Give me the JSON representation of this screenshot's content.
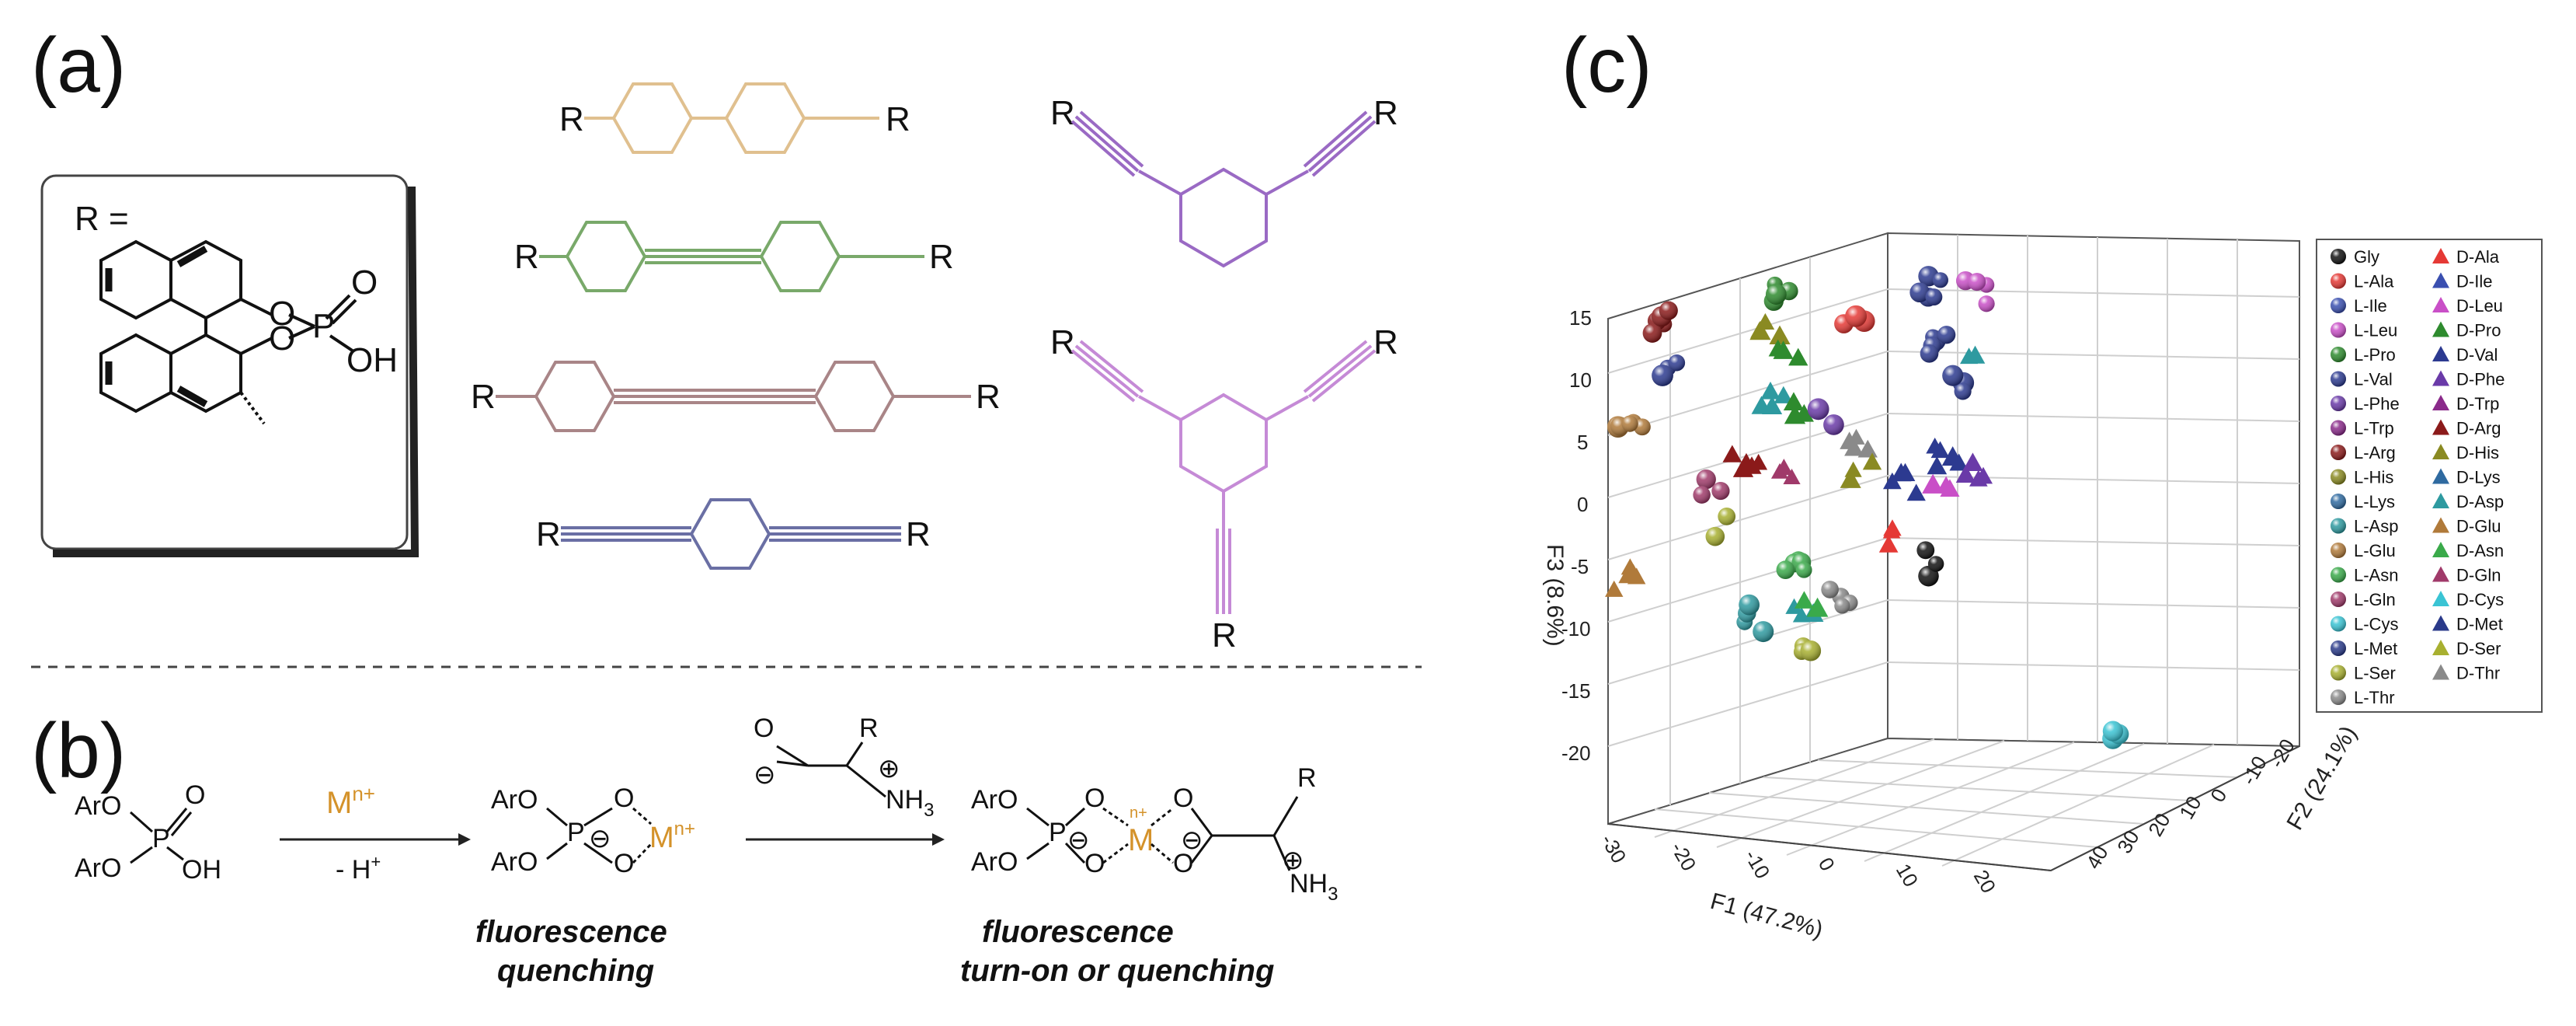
{
  "panels": {
    "a": {
      "label": "(a)",
      "r_def": "R =",
      "binol": {
        "o1": "O",
        "o2": "O",
        "p": "P",
        "o_dbl": "O",
        "oh": "OH"
      },
      "linker_r": "R",
      "colors": {
        "biphenyl": "#e0c08f",
        "diphenylacetylene": "#79a96a",
        "diyne": "#a98587",
        "phenylene": "#6a6fa4",
        "m_tri": "#9a6ac4",
        "tri": "#c58ad6"
      }
    },
    "b": {
      "label": "(b)",
      "aro1": "ArO",
      "aro2": "ArO",
      "o_dbl": "O",
      "p": "P",
      "oh": "OH",
      "metal": "M",
      "metal_sup": "n+",
      "minus_h": "- H",
      "minus_h_sup": "+",
      "o": "O",
      "minus": "⊖",
      "plus": "⊕",
      "amine": "NH",
      "amine_sub": "3",
      "r": "R",
      "quench_1": "fluorescence",
      "quench_2": "quenching",
      "turnon_1": "fluorescence",
      "turnon_2": "turn-on or quenching",
      "metal_color": "#d4922a"
    },
    "c": {
      "label": "(c)",
      "z_axis_title": "F3 (8.6%)",
      "x_axis_title": "F1 (47.2%)",
      "y_axis_title": "F2 (24.1%)",
      "z_ticks": [
        "15",
        "10",
        "5",
        "0",
        "-5",
        "-10",
        "-15",
        "-20"
      ],
      "x_ticks": [
        "-30",
        "-20",
        "-10",
        "0",
        "10",
        "20"
      ],
      "y_ticks": [
        "-20",
        "-10",
        "0",
        "10",
        "20",
        "30",
        "40"
      ]
    }
  },
  "legend": {
    "left": [
      {
        "label": "Gly",
        "color": "#111111"
      },
      {
        "label": "L-Ala",
        "color": "#e53935"
      },
      {
        "label": "L-Ile",
        "color": "#3a4fb0"
      },
      {
        "label": "L-Leu",
        "color": "#c94fc7"
      },
      {
        "label": "L-Pro",
        "color": "#2e8b2e"
      },
      {
        "label": "L-Val",
        "color": "#2c3a90"
      },
      {
        "label": "L-Phe",
        "color": "#6a3aa8"
      },
      {
        "label": "L-Trp",
        "color": "#8a2a8a"
      },
      {
        "label": "L-Arg",
        "color": "#8b1a1a"
      },
      {
        "label": "L-His",
        "color": "#8a8a22"
      },
      {
        "label": "L-Lys",
        "color": "#2f6aa0"
      },
      {
        "label": "L-Asp",
        "color": "#2e9aa0"
      },
      {
        "label": "L-Glu",
        "color": "#b07a3a"
      },
      {
        "label": "L-Asn",
        "color": "#3aaa4a"
      },
      {
        "label": "L-Gln",
        "color": "#a03a6a"
      },
      {
        "label": "L-Cys",
        "color": "#3ac4d4"
      },
      {
        "label": "L-Met",
        "color": "#2a3a8a"
      },
      {
        "label": "L-Ser",
        "color": "#a8b030"
      },
      {
        "label": "L-Thr",
        "color": "#8a8a8a"
      }
    ],
    "right": [
      {
        "label": "D-Ala",
        "color": "#e53935"
      },
      {
        "label": "D-Ile",
        "color": "#3a4fb0"
      },
      {
        "label": "D-Leu",
        "color": "#c94fc7"
      },
      {
        "label": "D-Pro",
        "color": "#2e8b2e"
      },
      {
        "label": "D-Val",
        "color": "#2c3a90"
      },
      {
        "label": "D-Phe",
        "color": "#6a3aa8"
      },
      {
        "label": "D-Trp",
        "color": "#8a2a8a"
      },
      {
        "label": "D-Arg",
        "color": "#8b1a1a"
      },
      {
        "label": "D-His",
        "color": "#8a8a22"
      },
      {
        "label": "D-Lys",
        "color": "#2f6aa0"
      },
      {
        "label": "D-Asp",
        "color": "#2e9aa0"
      },
      {
        "label": "D-Glu",
        "color": "#b07a3a"
      },
      {
        "label": "D-Asn",
        "color": "#3aaa4a"
      },
      {
        "label": "D-Gln",
        "color": "#a03a6a"
      },
      {
        "label": "D-Cys",
        "color": "#3ac4d4"
      },
      {
        "label": "D-Met",
        "color": "#2a3a8a"
      },
      {
        "label": "D-Ser",
        "color": "#a8b030"
      },
      {
        "label": "D-Thr",
        "color": "#8a8a8a"
      }
    ]
  },
  "clusters": [
    {
      "kind": "ball",
      "color": "#8b1a1a",
      "center": [
        0.082,
        0.156
      ],
      "count": 5
    },
    {
      "kind": "ball",
      "color": "#2c3a90",
      "center": [
        0.098,
        0.265
      ],
      "count": 3
    },
    {
      "kind": "ball",
      "color": "#b07a3a",
      "center": [
        0.03,
        0.44
      ],
      "count": 5
    },
    {
      "kind": "tri",
      "color": "#b07a3a",
      "center": [
        0.026,
        0.84
      ],
      "count": 5
    },
    {
      "kind": "ball",
      "color": "#2e8b2e",
      "center": [
        0.246,
        0.085
      ],
      "count": 4
    },
    {
      "kind": "tri",
      "color": "#8a8a22",
      "center": [
        0.232,
        0.16
      ],
      "count": 4
    },
    {
      "kind": "tri",
      "color": "#2e8b2e",
      "center": [
        0.268,
        0.24
      ],
      "count": 3
    },
    {
      "kind": "ball",
      "color": "#e53935",
      "center": [
        0.365,
        0.17
      ],
      "count": 3
    },
    {
      "kind": "ball",
      "color": "#2c3a90",
      "center": [
        0.47,
        0.06
      ],
      "count": 5
    },
    {
      "kind": "ball",
      "color": "#c94fc7",
      "center": [
        0.54,
        0.08
      ],
      "count": 5
    },
    {
      "kind": "ball",
      "color": "#2c3a90",
      "center": [
        0.49,
        0.22
      ],
      "count": 5
    },
    {
      "kind": "ball",
      "color": "#2c3a90",
      "center": [
        0.51,
        0.33
      ],
      "count": 3
    },
    {
      "kind": "tri",
      "color": "#2e9aa0",
      "center": [
        0.545,
        0.28
      ],
      "count": 2
    },
    {
      "kind": "tri",
      "color": "#2e9aa0",
      "center": [
        0.24,
        0.35
      ],
      "count": 4
    },
    {
      "kind": "tri",
      "color": "#2e8b2e",
      "center": [
        0.275,
        0.37
      ],
      "count": 3
    },
    {
      "kind": "ball",
      "color": "#6a3aa8",
      "center": [
        0.31,
        0.42
      ],
      "count": 2
    },
    {
      "kind": "tri",
      "color": "#8b1a1a",
      "center": [
        0.2,
        0.52
      ],
      "count": 5
    },
    {
      "kind": "tri",
      "color": "#a03a6a",
      "center": [
        0.25,
        0.57
      ],
      "count": 3
    },
    {
      "kind": "ball",
      "color": "#a03a6a",
      "center": [
        0.148,
        0.6
      ],
      "count": 3
    },
    {
      "kind": "ball",
      "color": "#a8b030",
      "center": [
        0.16,
        0.7
      ],
      "count": 2
    },
    {
      "kind": "tri",
      "color": "#8a8a8a",
      "center": [
        0.37,
        0.5
      ],
      "count": 4
    },
    {
      "kind": "tri",
      "color": "#8a8a22",
      "center": [
        0.37,
        0.56
      ],
      "count": 3
    },
    {
      "kind": "tri",
      "color": "#2c3a90",
      "center": [
        0.435,
        0.58
      ],
      "count": 4
    },
    {
      "kind": "tri",
      "color": "#2c3a90",
      "center": [
        0.495,
        0.51
      ],
      "count": 5
    },
    {
      "kind": "tri",
      "color": "#6a3aa8",
      "center": [
        0.53,
        0.56
      ],
      "count": 4
    },
    {
      "kind": "tri",
      "color": "#c94fc7",
      "center": [
        0.49,
        0.6
      ],
      "count": 4
    },
    {
      "kind": "tri",
      "color": "#e53935",
      "center": [
        0.4,
        0.72
      ],
      "count": 3
    },
    {
      "kind": "ball",
      "color": "#111111",
      "center": [
        0.475,
        0.8
      ],
      "count": 3
    },
    {
      "kind": "ball",
      "color": "#3aaa4a",
      "center": [
        0.28,
        0.82
      ],
      "count": 5
    },
    {
      "kind": "ball",
      "color": "#2e9aa0",
      "center": [
        0.22,
        0.95
      ],
      "count": 4
    },
    {
      "kind": "tri",
      "color": "#2e9aa0",
      "center": [
        0.28,
        0.91
      ],
      "count": 3
    },
    {
      "kind": "ball",
      "color": "#8a8a8a",
      "center": [
        0.335,
        0.9
      ],
      "count": 4
    },
    {
      "kind": "tri",
      "color": "#3aaa4a",
      "center": [
        0.305,
        0.92
      ],
      "count": 2
    },
    {
      "kind": "ball",
      "color": "#a8b030",
      "center": [
        0.3,
        1.05
      ],
      "count": 4
    },
    {
      "kind": "ball",
      "color": "#3ac4d4",
      "center": [
        0.74,
        1.27
      ],
      "count": 3
    }
  ]
}
